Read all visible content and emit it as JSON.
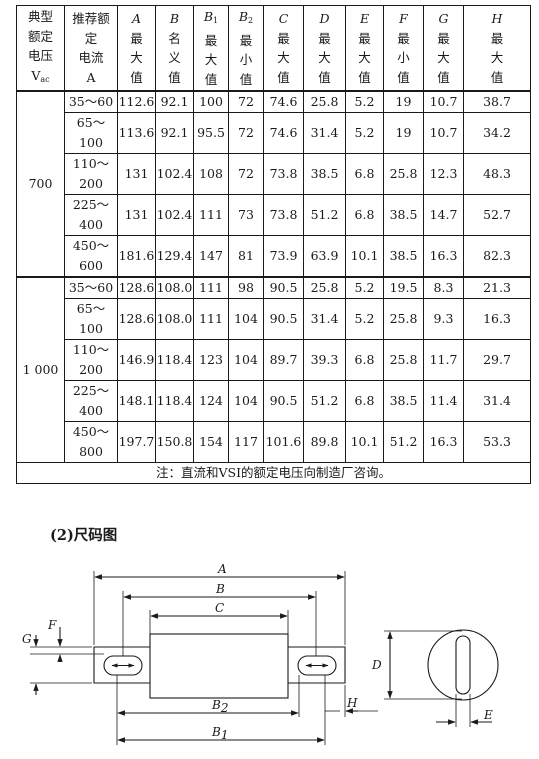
{
  "table": {
    "headers": {
      "voltage": [
        "典型",
        "额定",
        "电压"
      ],
      "voltage_unit": "V",
      "voltage_unit_sub": "ac",
      "current": [
        "推荐额",
        "定",
        "电流",
        "A"
      ],
      "dims": [
        {
          "letter": "A",
          "sub": "",
          "desc": [
            "最",
            "大",
            "值"
          ]
        },
        {
          "letter": "B",
          "sub": "",
          "desc": [
            "名",
            "义",
            "值"
          ]
        },
        {
          "letter": "B",
          "sub": "1",
          "desc": [
            "最",
            "大",
            "值"
          ]
        },
        {
          "letter": "B",
          "sub": "2",
          "desc": [
            "最",
            "小",
            "值"
          ]
        },
        {
          "letter": "C",
          "sub": "",
          "desc": [
            "最",
            "大",
            "值"
          ]
        },
        {
          "letter": "D",
          "sub": "",
          "desc": [
            "最",
            "大",
            "值"
          ]
        },
        {
          "letter": "E",
          "sub": "",
          "desc": [
            "最",
            "大",
            "值"
          ]
        },
        {
          "letter": "F",
          "sub": "",
          "desc": [
            "最",
            "小",
            "值"
          ]
        },
        {
          "letter": "G",
          "sub": "",
          "desc": [
            "最",
            "大",
            "值"
          ]
        },
        {
          "letter": "H",
          "sub": "",
          "desc": [
            "最",
            "大",
            "值"
          ]
        }
      ]
    },
    "groups": [
      {
        "voltage": "700",
        "rows": [
          {
            "current": [
              "35～60"
            ],
            "values": [
              "112.6",
              "92.1",
              "100",
              "72",
              "74.6",
              "25.8",
              "5.2",
              "19",
              "10.7",
              "38.7"
            ]
          },
          {
            "current": [
              "65～",
              "100"
            ],
            "values": [
              "113.6",
              "92.1",
              "95.5",
              "72",
              "74.6",
              "31.4",
              "5.2",
              "19",
              "10.7",
              "34.2"
            ]
          },
          {
            "current": [
              "110～",
              "200"
            ],
            "values": [
              "131",
              "102.4",
              "108",
              "72",
              "73.8",
              "38.5",
              "6.8",
              "25.8",
              "12.3",
              "48.3"
            ]
          },
          {
            "current": [
              "225～",
              "400"
            ],
            "values": [
              "131",
              "102.4",
              "111",
              "73",
              "73.8",
              "51.2",
              "6.8",
              "38.5",
              "14.7",
              "52.7"
            ]
          },
          {
            "current": [
              "450～",
              "600"
            ],
            "values": [
              "181.6",
              "129.4",
              "147",
              "81",
              "73.9",
              "63.9",
              "10.1",
              "38.5",
              "16.3",
              "82.3"
            ]
          }
        ]
      },
      {
        "voltage": "1 000",
        "rows": [
          {
            "current": [
              "35～60"
            ],
            "values": [
              "128.6",
              "108.0",
              "111",
              "98",
              "90.5",
              "25.8",
              "5.2",
              "19.5",
              "8.3",
              "21.3"
            ]
          },
          {
            "current": [
              "65～",
              "100"
            ],
            "values": [
              "128.6",
              "108.0",
              "111",
              "104",
              "90.5",
              "31.4",
              "5.2",
              "25.8",
              "9.3",
              "16.3"
            ]
          },
          {
            "current": [
              "110～",
              "200"
            ],
            "values": [
              "146.9",
              "118.4",
              "123",
              "104",
              "89.7",
              "39.3",
              "6.8",
              "25.8",
              "11.7",
              "29.7"
            ]
          },
          {
            "current": [
              "225～",
              "400"
            ],
            "values": [
              "148.1",
              "118.4",
              "124",
              "104",
              "90.5",
              "51.2",
              "6.8",
              "38.5",
              "11.4",
              "31.4"
            ]
          },
          {
            "current": [
              "450～",
              "800"
            ],
            "values": [
              "197.7",
              "150.8",
              "154",
              "117",
              "101.6",
              "89.8",
              "10.1",
              "51.2",
              "16.3",
              "53.3"
            ]
          }
        ]
      }
    ],
    "note": "注：直流和VSI的额定电压向制造厂咨询。"
  },
  "section_title": "(2)尺码图",
  "diagram": {
    "labels": {
      "A": "A",
      "B": "B",
      "C": "C",
      "D": "D",
      "E": "E",
      "F": "F",
      "G": "G",
      "H": "H",
      "B1": "B",
      "B1_sub": "1",
      "B2": "B",
      "B2_sub": "2"
    }
  }
}
